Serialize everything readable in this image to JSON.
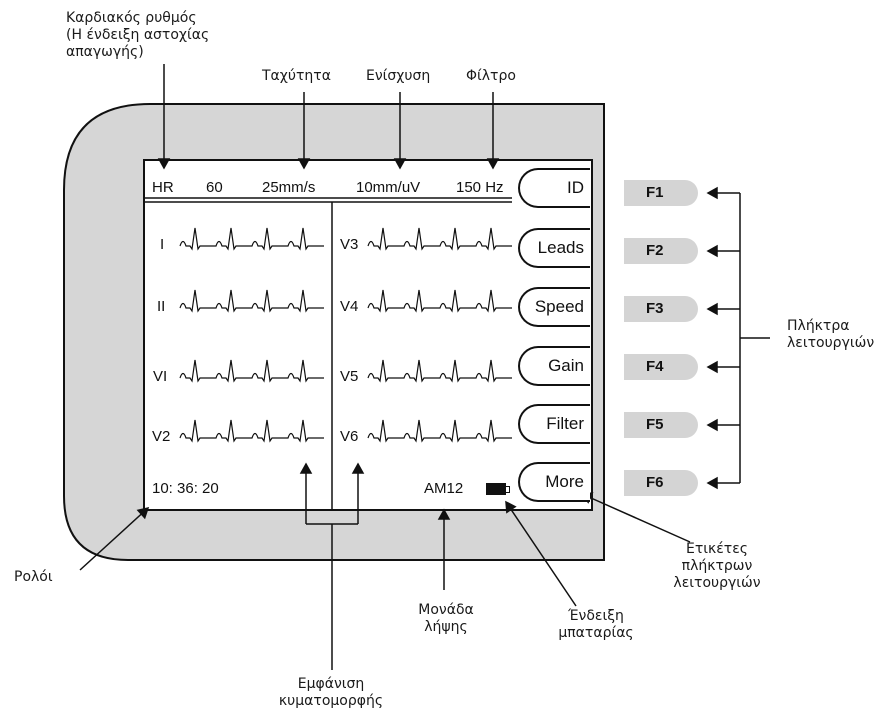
{
  "callouts": {
    "heart_rate": [
      "Καρδιακός ρυθμός",
      "(Η ένδειξη αστοχίας",
      "απαγωγής)"
    ],
    "speed": "Ταχύτητα",
    "gain": "Ενίσχυση",
    "filter": "Φίλτρο",
    "function_keys": [
      "Πλήκτρα",
      "λειτουργιών"
    ],
    "softkey_labels": [
      "Ετικέτες",
      "πλήκτρων",
      "λειτουργιών"
    ],
    "clock": "Ρολόι",
    "acquisition_module": [
      "Μονάδα",
      "λήψης"
    ],
    "battery": [
      "Ένδειξη",
      "μπαταρίας"
    ],
    "waveform": [
      "Εμφάνιση",
      "κυματομορφής"
    ]
  },
  "screen": {
    "header": {
      "hr_label": "HR",
      "hr_value": "60",
      "speed": "25mm/s",
      "gain": "10mm/uV",
      "filter": "150 Hz"
    },
    "leads_left": [
      "I",
      "II",
      "VI",
      "V2"
    ],
    "leads_right": [
      "V3",
      "V4",
      "V5",
      "V6"
    ],
    "clock": "10: 36: 20",
    "module": "AM12",
    "softkeys": [
      "ID",
      "Leads",
      "Speed",
      "Gain",
      "Filter",
      "More"
    ]
  },
  "function_keys": [
    "F1",
    "F2",
    "F3",
    "F4",
    "F5",
    "F6"
  ]
}
